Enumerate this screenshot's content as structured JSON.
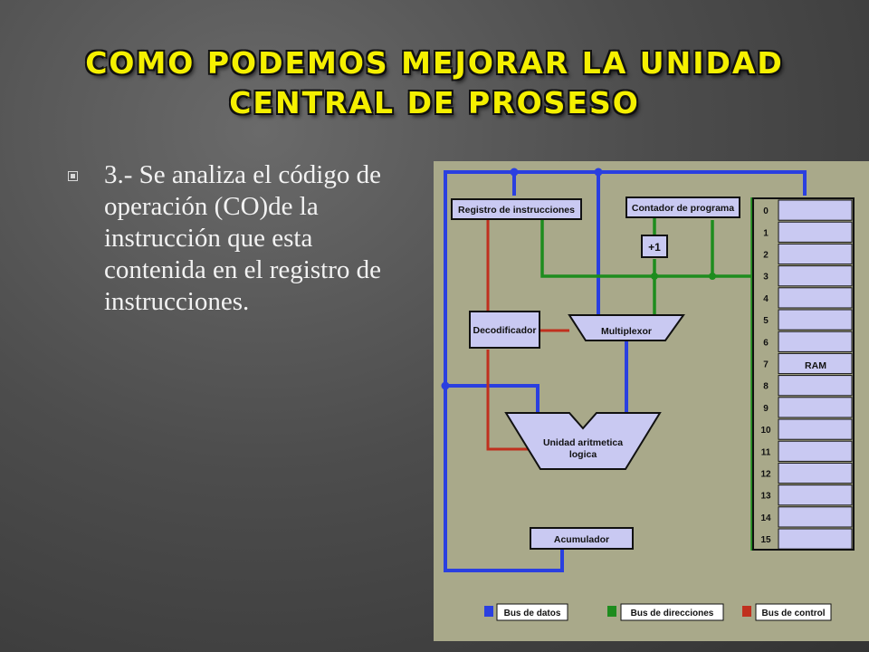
{
  "slide": {
    "title_lines": [
      "COMO PODEMOS MEJORAR LA UNIDAD",
      "CENTRAL DE PROSESO"
    ],
    "bullet_text": "3.- Se analiza el código de operación (CO)de la instrucción que esta contenida en el registro de instrucciones."
  },
  "diagram": {
    "components": {
      "instruction_register": "Registro de instrucciones",
      "program_counter": "Contador de programa",
      "incrementer": "+1",
      "decoder": "Decodificador",
      "multiplexer": "Multiplexor",
      "alu_line1": "Unidad aritmetica",
      "alu_line2": "logica",
      "accumulator": "Acumulador",
      "ram": "RAM"
    },
    "ram_addresses": [
      "0",
      "1",
      "2",
      "3",
      "4",
      "5",
      "6",
      "7",
      "8",
      "9",
      "10",
      "11",
      "12",
      "13",
      "14",
      "15"
    ],
    "legend": {
      "data_bus": "Bus de datos",
      "address_bus": "Bus de direcciones",
      "control_bus": "Bus de control"
    },
    "colors": {
      "data_bus": "#2a3fe0",
      "address_bus": "#1e8c1e",
      "control_bus": "#c0301e",
      "component_fill": "#c9c9f2",
      "panel_bg": "#a9a98a"
    }
  }
}
